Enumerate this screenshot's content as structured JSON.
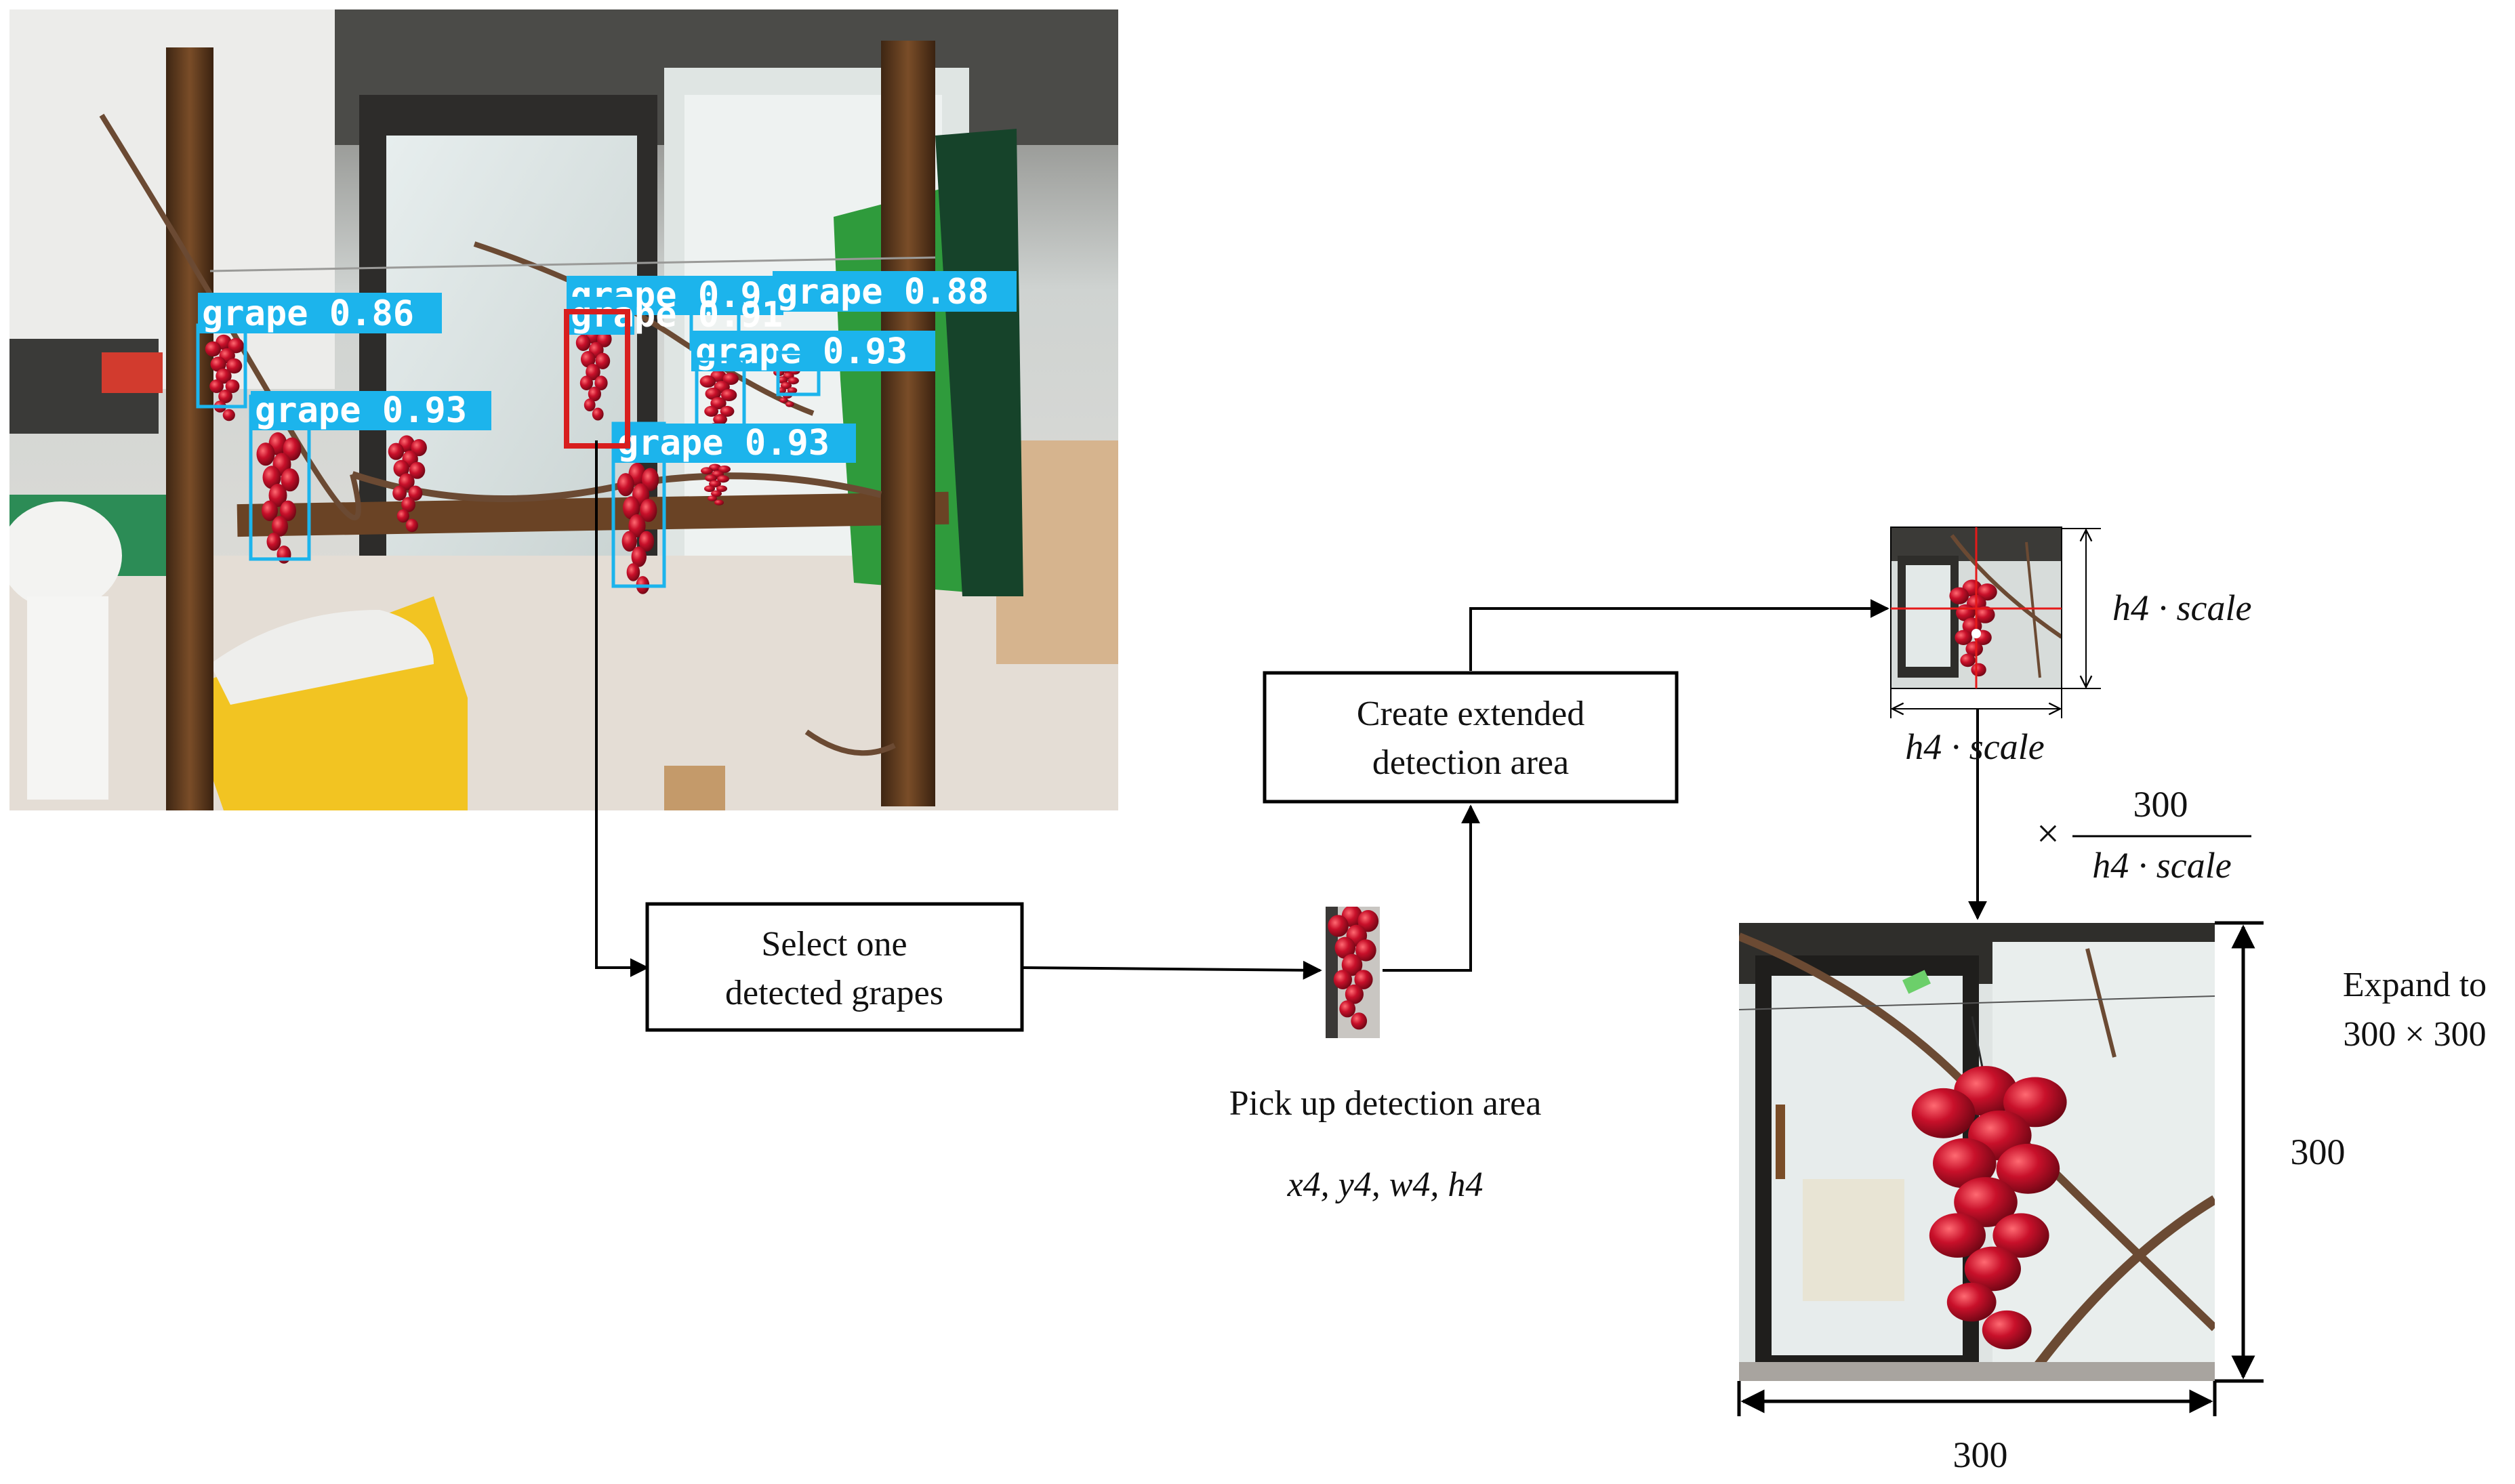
{
  "detections": {
    "class_label": "grape",
    "scores": [
      "0.86",
      "0.93",
      "0.91",
      "0.9",
      "0.88",
      "0.93",
      "0.93"
    ],
    "selected_index": 2,
    "label_color": "#1cb4ec",
    "selected_color": "#d81e1e"
  },
  "steps": {
    "select": [
      "Select one",
      "detected grapes"
    ],
    "extend": [
      "Create extended",
      "detection area"
    ],
    "pickup_caption": "Pick up detection area",
    "pickup_vars": "x4, y4, w4, h4"
  },
  "small_crop": {
    "size_label_h": "h4 · scale",
    "size_label_w": "h4 · scale"
  },
  "scale_factor": {
    "prefix": "×",
    "numerator": "300",
    "denominator": "h4 · scale"
  },
  "output": {
    "caption": [
      "Expand to",
      "300 × 300"
    ],
    "height_label": "300",
    "width_label": "300"
  }
}
